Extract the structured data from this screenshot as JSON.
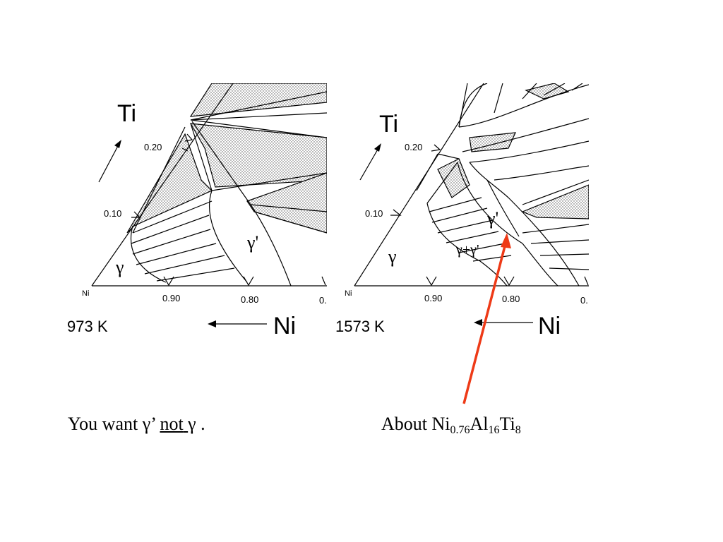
{
  "left_diagram": {
    "corner_label": "Ti",
    "base_label": "Ni",
    "corner_small_label": "Ni",
    "temperature": "973 K",
    "tick_020": "0.20",
    "tick_010": "0.10",
    "tick_090": "0.90",
    "tick_080": "0.80",
    "tick_cut": "0.",
    "phase_gamma": "γ",
    "phase_gamma_prime": "γ'"
  },
  "right_diagram": {
    "corner_label": "Ti",
    "base_label": "Ni",
    "corner_small_label": "Ni",
    "temperature": "1573 K",
    "tick_020": "0.20",
    "tick_010": "0.10",
    "tick_090": "0.90",
    "tick_080": "0.80",
    "tick_cut": "0.",
    "phase_gamma": "γ",
    "phase_gamma_prime": "γ'",
    "phase_two_phase": "γ+γ'"
  },
  "captions": {
    "left_prefix": "You want ",
    "left_gamma_prime": "γ’",
    "left_not": "not",
    "left_gamma": "γ",
    "left_suffix": ".",
    "right_about": "About Ni",
    "sub_ni": "0.76",
    "al": "Al",
    "sub_al": "16",
    "ti": "Ti",
    "sub_ti": "8"
  },
  "colors": {
    "annotation_arrow": "#ee3a17",
    "ink": "#000000"
  }
}
